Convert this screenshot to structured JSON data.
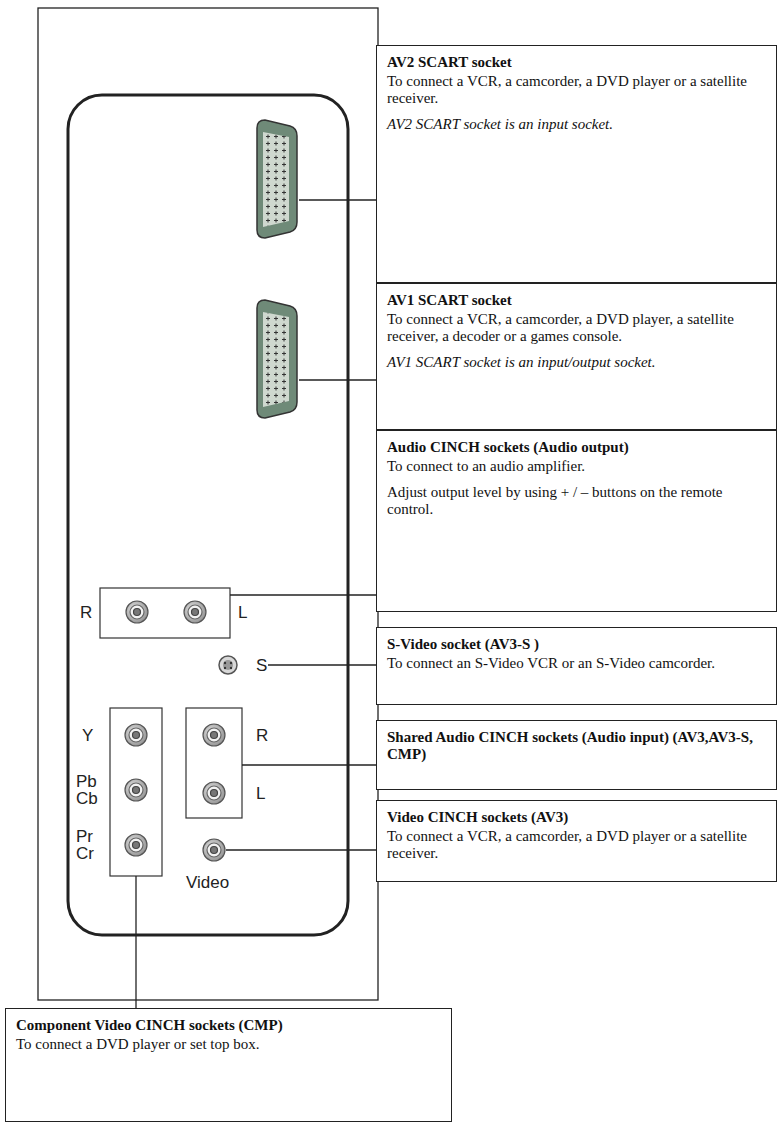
{
  "diagram": {
    "nodes": [
      {
        "text": [
          "AV2 SCART socket",
          "To connect a VCR, a camcorder, a DVD player or a satellite receiver.",
          "AV2 SCART socket is an input socket."
        ]
      },
      {
        "text": [
          "AV1 SCART socket",
          "To connect a VCR, a camcorder, a DVD player, a satellite receiver, a decoder or a games console.",
          "AV1 SCART socket is an input/output socket."
        ]
      },
      {
        "text": [
          "Audio CINCH sockets (Audio output)",
          "To connect to an audio amplifier.",
          "Adjust output level by using + / – buttons on the remote control."
        ]
      },
      {
        "text": [
          "S-Video socket (AV3-S )",
          "To connect an S-Video VCR or an S-Video camcorder."
        ]
      },
      {
        "text": [
          "Shared Audio CINCH sockets (Audio input) (AV3,AV3-S, CMP)"
        ]
      },
      {
        "text": [
          "Video CINCH sockets (AV3)",
          "To connect a VCR, a camcorder, a DVD player or a satellite receiver."
        ]
      },
      {
        "text": [
          "Component Video CINCH sockets (CMP)",
          "To connect a DVD player or set top box."
        ]
      }
    ],
    "labels": [
      "R",
      "L",
      "S",
      "Y",
      "Pb Cb",
      "Pr Cr",
      "R",
      "L",
      "Video"
    ]
  }
}
